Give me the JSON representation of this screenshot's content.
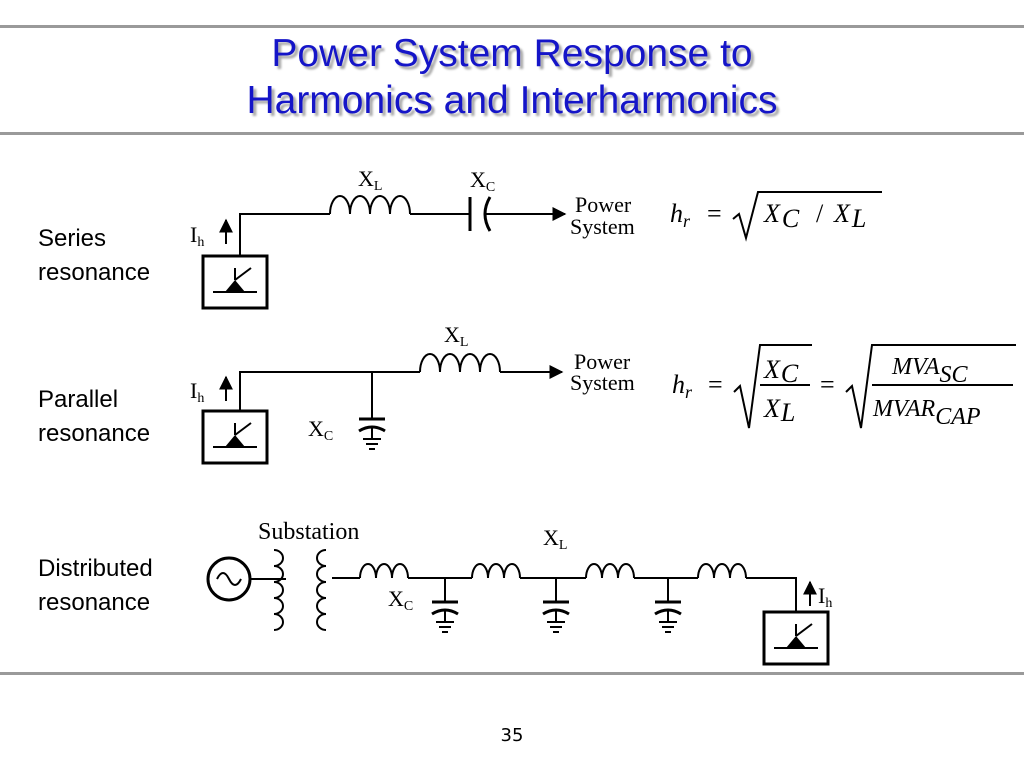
{
  "title": {
    "line1": "Power System Response to",
    "line2": "Harmonics and Interharmonics"
  },
  "rows": {
    "series": {
      "label_line1": "Series",
      "label_line2": "resonance"
    },
    "parallel": {
      "label_line1": "Parallel",
      "label_line2": "resonance"
    },
    "distributed": {
      "label_line1": "Distributed",
      "label_line2": "resonance"
    }
  },
  "symbols": {
    "xl_main": "X",
    "xl_sub": "L",
    "xc_main": "X",
    "xc_sub": "C",
    "ih_main": "I",
    "ih_sub": "h",
    "power": "Power",
    "system": "System",
    "substation": "Substation"
  },
  "formulas": {
    "series": {
      "lhs_main": "h",
      "lhs_sub": "r",
      "eq": "=",
      "x1": "X",
      "s1": "C",
      "slash": "/",
      "x2": "X",
      "s2": "L"
    },
    "parallel": {
      "lhs_main": "h",
      "lhs_sub": "r",
      "eq": "=",
      "num_x": "X",
      "num_sub": "C",
      "den_x": "X",
      "den_sub": "L",
      "eq2": "=",
      "mva": "MVA",
      "mva_sub": "SC",
      "mvar": "MVAR",
      "mvar_sub": "CAP"
    }
  },
  "page_number": "35"
}
